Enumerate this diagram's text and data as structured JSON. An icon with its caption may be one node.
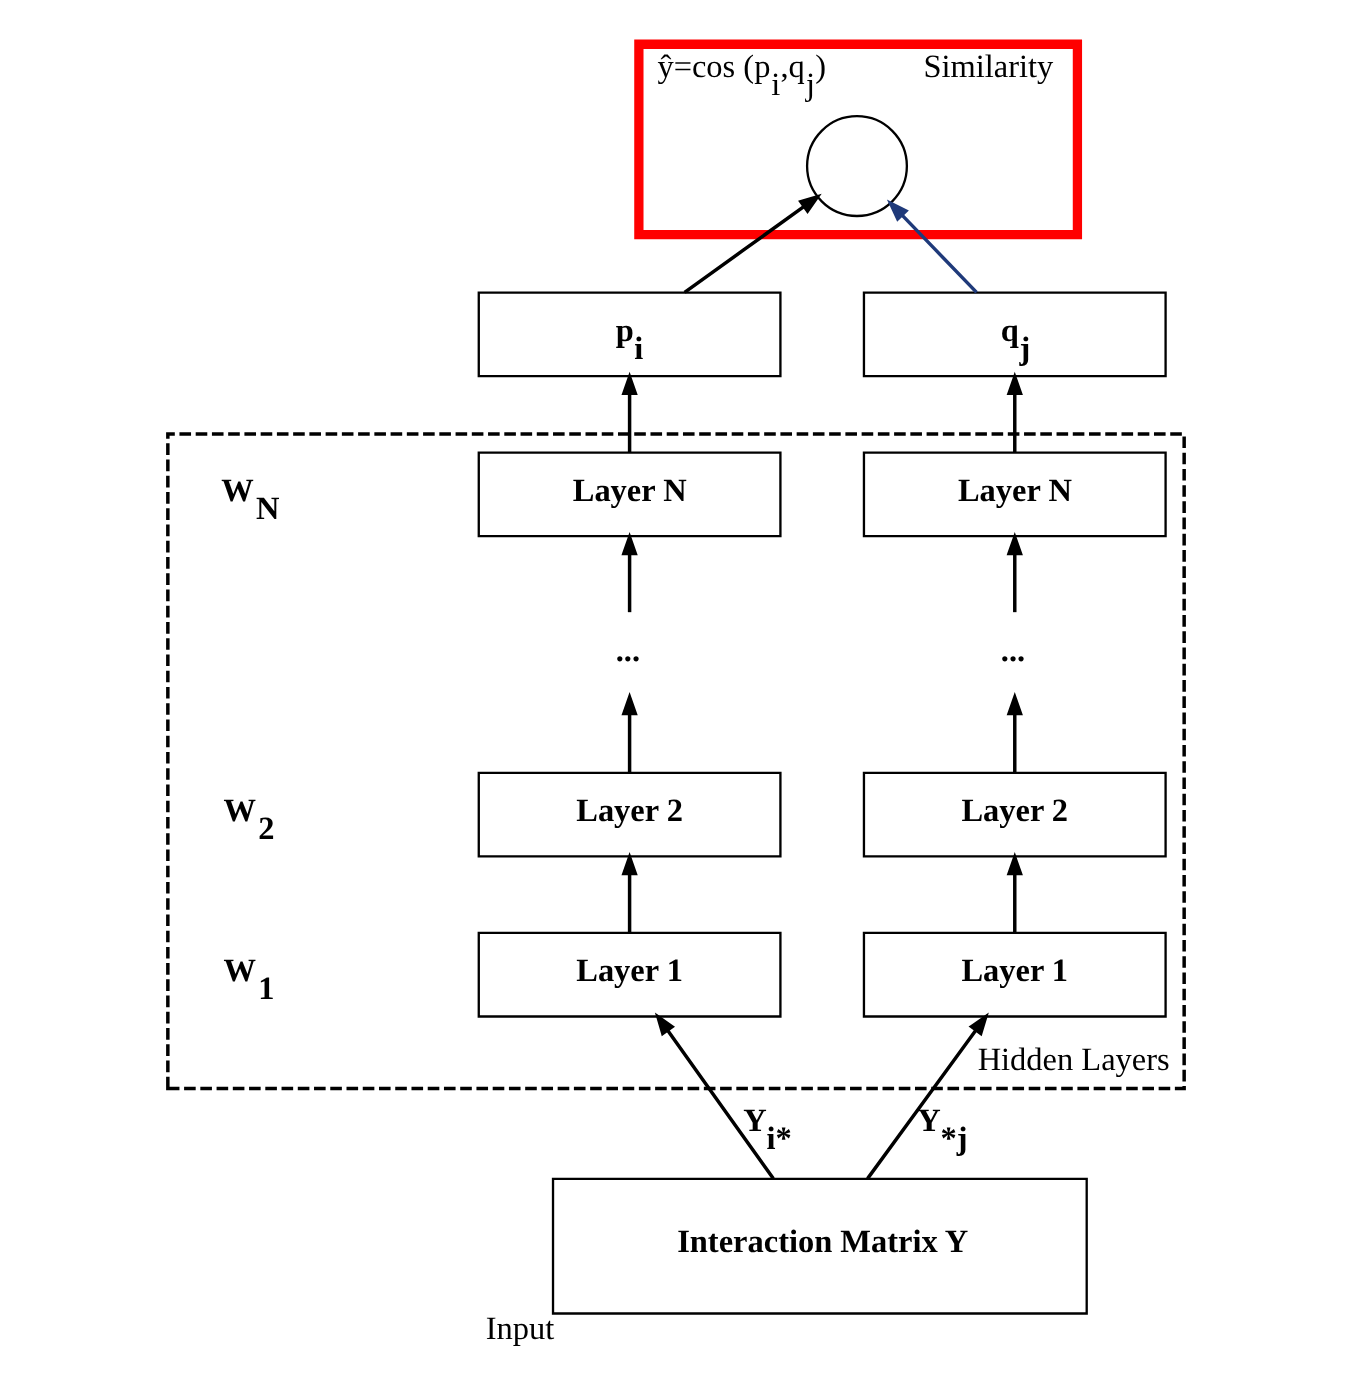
{
  "diagram": {
    "nodes": [
      {
        "text": [
          "ŷ=cos (p$_{i}$,q$_{j}$)",
          "Similarity"
        ]
      },
      {
        "text": [],
        "shape": "circle",
        "in": 0
      },
      {
        "text": [
          "p$_{i}$"
        ]
      },
      {
        "text": [
          "q$_{j}$"
        ]
      },
      {
        "text": [
          "Hidden Layers"
        ]
      },
      {
        "text": [
          "Layer N"
        ],
        "in": 4
      },
      {
        "text": [
          "..."
        ],
        "in": 4
      },
      {
        "text": [
          "Layer 2"
        ],
        "in": 4
      },
      {
        "text": [
          "Layer 1"
        ],
        "in": 4
      },
      {
        "text": [
          "Layer N"
        ],
        "in": 4
      },
      {
        "text": [
          "..."
        ],
        "in": 4
      },
      {
        "text": [
          "Layer 2"
        ],
        "in": 4
      },
      {
        "text": [
          "Layer 1"
        ],
        "in": 4
      },
      {
        "text": [
          "Interaction Matrix Y"
        ],
        "beside": [
          "Input"
        ]
      }
    ],
    "edges": [
      {
        "from": 13,
        "to": 8,
        "arrow": "to",
        "label": "Y$_{i*}$"
      },
      {
        "from": 13,
        "to": 12,
        "arrow": "to",
        "label": "Y$_{*j}$"
      },
      {
        "from": 8,
        "to": 7,
        "arrow": "to"
      },
      {
        "from": 7,
        "to": 6,
        "arrow": "to"
      },
      {
        "from": 6,
        "to": 5,
        "arrow": "to"
      },
      {
        "from": 5,
        "to": 2,
        "arrow": "to"
      },
      {
        "from": 12,
        "to": 11,
        "arrow": "to"
      },
      {
        "from": 11,
        "to": 10,
        "arrow": "to"
      },
      {
        "from": 10,
        "to": 9,
        "arrow": "to"
      },
      {
        "from": 9,
        "to": 3,
        "arrow": "to"
      },
      {
        "from": 2,
        "to": 1,
        "arrow": "to"
      },
      {
        "from": 3,
        "to": 1,
        "arrow": "to",
        "color": "#1f3a7a"
      }
    ],
    "labels": [
      "W$_{N}$",
      "W$_{2}$",
      "W$_{1}$"
    ]
  }
}
